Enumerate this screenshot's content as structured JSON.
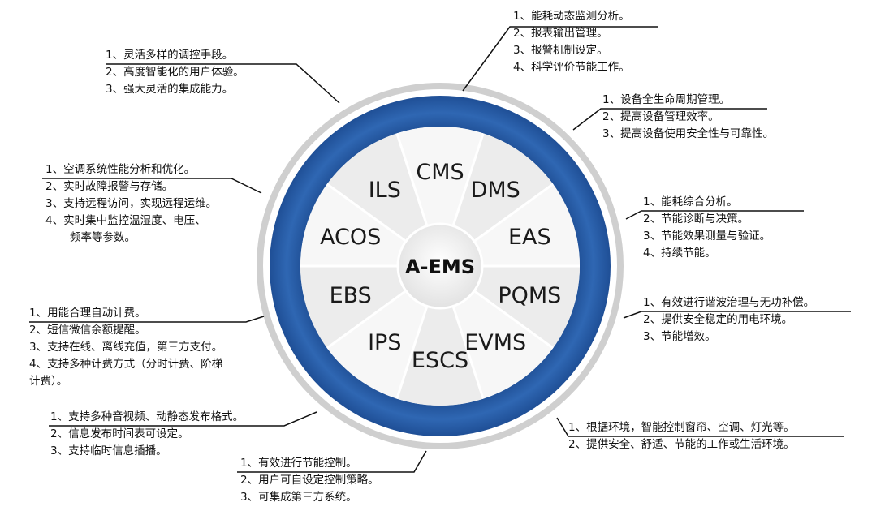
{
  "center": "A-EMS",
  "segments": [
    "CMS",
    "DMS",
    "EAS",
    "PQMS",
    "EVMS",
    "ESCS",
    "IPS",
    "EBS",
    "ACOS",
    "ILS"
  ],
  "callouts": {
    "cms": [
      "1、能耗动态监测分析。",
      "2、报表输出管理。",
      "3、报警机制设定。",
      "4、科学评价节能工作。"
    ],
    "dms": [
      "1、设备全生命周期管理。",
      "2、提高设备管理效率。",
      "3、提高设备使用安全性与可靠性。"
    ],
    "eas": [
      "1、能耗综合分析。",
      "2、节能诊断与决策。",
      "3、节能效果测量与验证。",
      "4、持续节能。"
    ],
    "pqms": [
      "1、有效进行谐波治理与无功补偿。",
      "2、提供安全稳定的用电环境。",
      "3、节能增效。"
    ],
    "evms": [
      "1、根据环境，智能控制窗帘、空调、灯光等。",
      "2、提供安全、舒适、节能的工作或生活环境。"
    ],
    "escs": [
      "1、有效进行节能控制。",
      "2、用户可自设定控制策略。",
      "3、可集成第三方系统。"
    ],
    "ips": [
      "1、支持多种音视频、动静态发布格式。",
      "2、信息发布时间表可设定。",
      "3、支持临时信息插播。"
    ],
    "ebs": [
      "1、用能合理自动计费。",
      "2、短信微信余额提醒。",
      "3、支持在线、离线充值，第三方支付。",
      "4、支持多种计费方式（分时计费、阶梯",
      "计费）。"
    ],
    "acos": [
      "1、空调系统性能分析和优化。",
      "2、实时故障报警与存储。",
      "3、支持远程访问，实现远程运维。",
      "4、实时集中监控温湿度、电压、",
      "频率等参数。"
    ],
    "ils": [
      "1、灵活多样的调控手段。",
      "2、高度智能化的用户体验。",
      "3、强大灵活的集成能力。"
    ]
  },
  "colors": {
    "ring": "#2a5fa8",
    "ring_dark": "#1c4a8f",
    "outer_ring": "#c9c9c9",
    "line": "#111111"
  }
}
